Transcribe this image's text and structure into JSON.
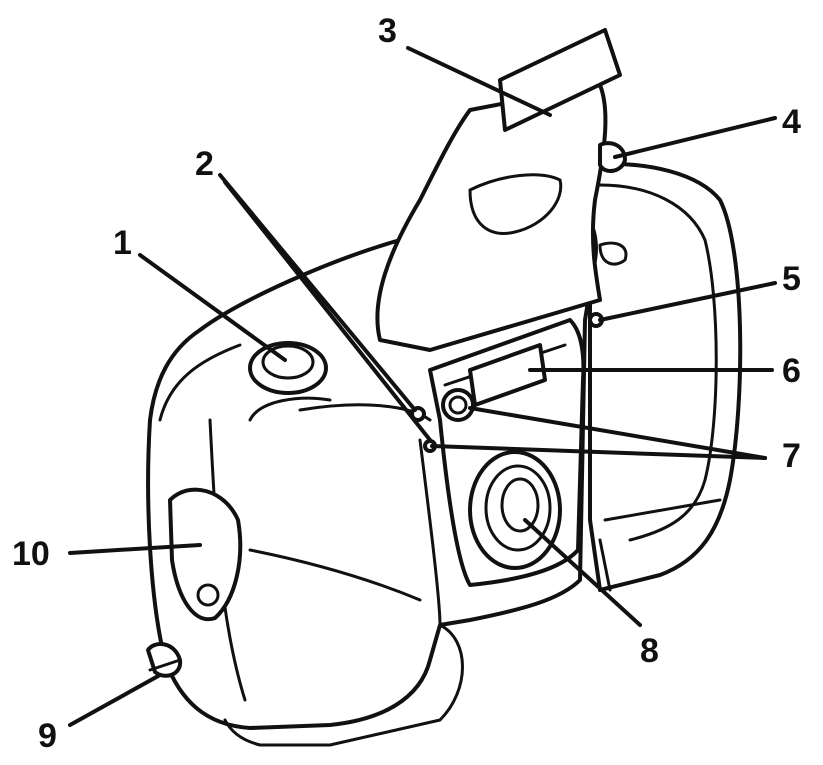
{
  "callouts": [
    {
      "num": "1"
    },
    {
      "num": "2"
    },
    {
      "num": "3"
    },
    {
      "num": "4"
    },
    {
      "num": "5"
    },
    {
      "num": "6"
    },
    {
      "num": "7"
    },
    {
      "num": "8"
    },
    {
      "num": "9"
    },
    {
      "num": "10"
    }
  ],
  "colors": {
    "ink": "#111111",
    "paper": "#ffffff"
  }
}
